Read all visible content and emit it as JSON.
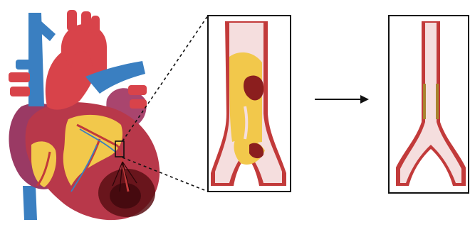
{
  "figure": {
    "panels": [
      {
        "id": "heart",
        "icon": "heart-illustration"
      },
      {
        "id": "blocked-artery",
        "icon": "blocked-artery-illustration"
      },
      {
        "id": "cleared-artery",
        "icon": "stented-artery-illustration"
      }
    ],
    "arrow_icon": "right-arrow-icon",
    "colors": {
      "aorta_red": "#d8434a",
      "vena_blue": "#3a7fc1",
      "muscle_dark": "#b8384a",
      "muscle_purple": "#9a3a64",
      "fat_yellow": "#f2c84b",
      "plaque_dark": "#8b1e1e",
      "infarct": "#5a0f14",
      "vessel_wall": "#c23a3a",
      "vessel_lumen": "#f5dede",
      "stent": "#a8842f",
      "frame": "#111111"
    }
  }
}
